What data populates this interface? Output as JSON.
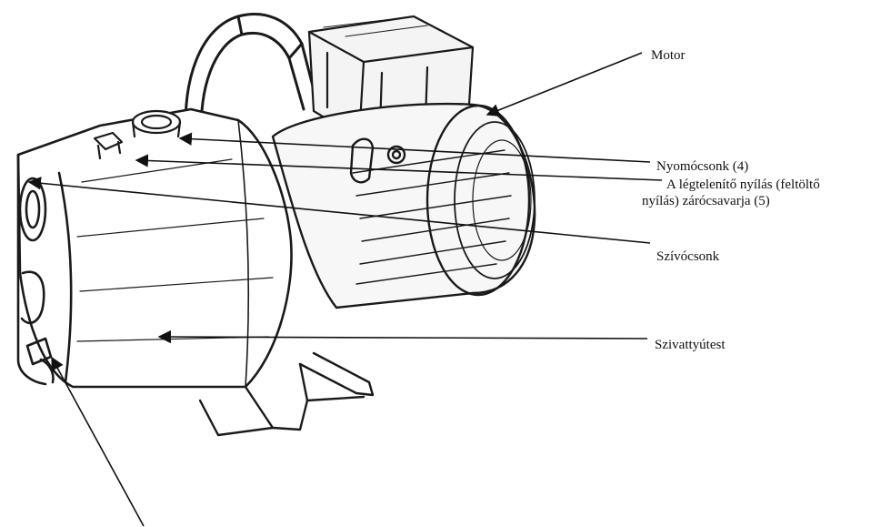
{
  "labels": {
    "motor": "Motor",
    "pressure_port": "Nyomócsonk (4)",
    "vent_plug_line1": "A légtelenítő nyílás (feltöltő",
    "vent_plug_line2": "nyílás) zárócsavarja (5)",
    "suction_port": "Szívócsonk",
    "pump_body": "Szivattyútest"
  },
  "colors": {
    "ink": "#111111",
    "background": "#ffffff"
  }
}
